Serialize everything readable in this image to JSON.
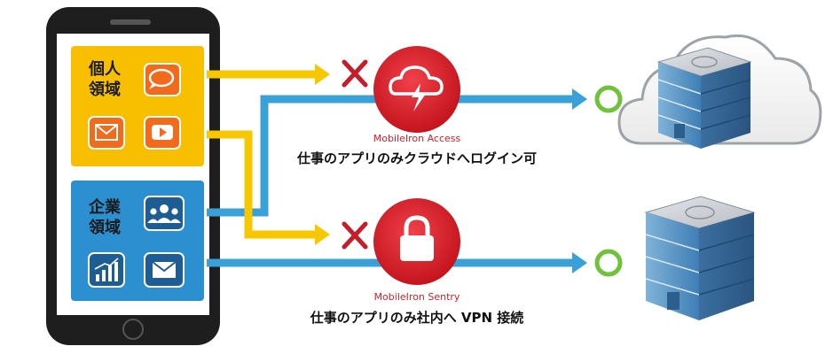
{
  "personal_zone": {
    "label_line1": "個人",
    "label_line2": "領域",
    "icons": [
      "chat-icon",
      "mail-icon",
      "video-play-icon"
    ]
  },
  "corporate_zone": {
    "label_line1": "企業",
    "label_line2": "領域",
    "icons": [
      "people-icon",
      "bar-chart-icon",
      "mail-icon"
    ]
  },
  "access": {
    "product": "MobileIron Access",
    "caption": "仕事のアプリのみクラウドへログイン可"
  },
  "sentry": {
    "product": "MobileIron Sentry",
    "caption": "仕事のアプリのみ社内へ VPN 接続"
  },
  "colors": {
    "personal_zone": "#f7bf00",
    "corporate_zone": "#2b8fd0",
    "personal_line": "#f7c800",
    "corporate_line": "#3aa0d8",
    "node_red": "#d8232f",
    "block_x": "#c41e2a",
    "ok_ring": "#6fc23a",
    "phone_body": "#1e1e1e"
  }
}
